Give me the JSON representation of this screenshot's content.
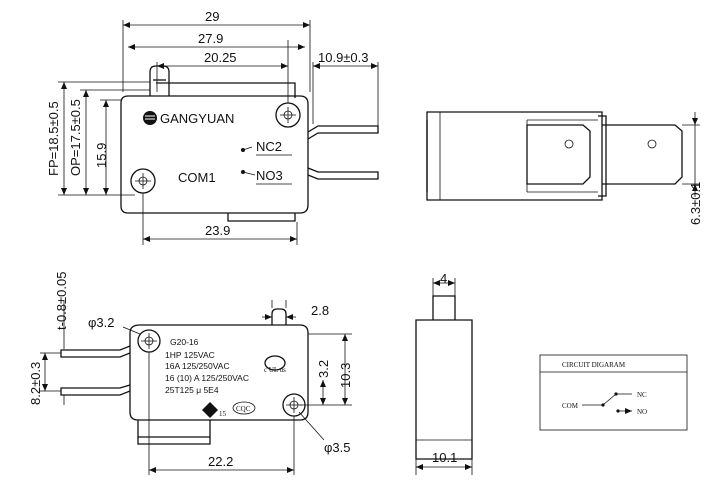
{
  "top_view": {
    "dim_29": "29",
    "dim_27_9": "27.9",
    "dim_20_25": "20.25",
    "dim_10_9": "10.9±0.3",
    "dim_fp": "FP=18.5±0.5",
    "dim_op": "OP=17.5±0.5",
    "dim_15_9": "15.9",
    "dim_23_9": "23.9",
    "brand": "GANGYUAN",
    "nc_label": "NC2",
    "no_label": "NO3",
    "com_label": "COM1"
  },
  "side_view": {
    "dim_6_3": "6.3±0.1"
  },
  "bottom_view": {
    "dim_t": "t-0.8±0.05",
    "dim_phi_3_2": "φ3.2",
    "dim_8_2": "8.2±0.3",
    "dim_2_8": "2.8",
    "dim_3_2": "3.2",
    "dim_10_3": "10.3",
    "dim_phi_3_5": "φ3.5",
    "dim_22_2": "22.2",
    "model": "G20-16",
    "rating_1": "1HP 125VAC",
    "rating_2": "16A 125/250VAC",
    "rating_3": "16 (10) A 125/250VAC",
    "rating_4": "25T125 μ 5E4",
    "cert_ul": "c UL us",
    "cert_cqc": "CQC",
    "cert_vde": "15"
  },
  "end_view": {
    "dim_4": "4",
    "dim_10_1": "10.1"
  },
  "circuit": {
    "title": "CIRCUIT DIGARAM",
    "com": "COM",
    "nc": "NC",
    "no": "NO"
  }
}
